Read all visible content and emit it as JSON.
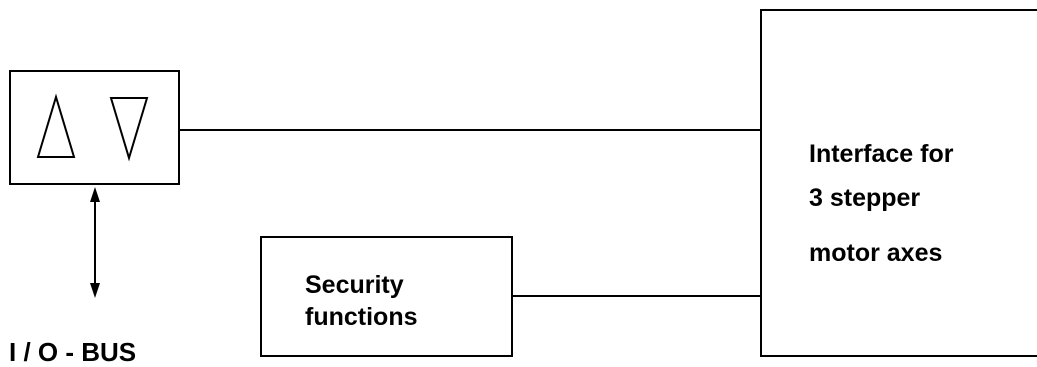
{
  "diagram": {
    "interface_block": {
      "lines": [
        "Interface for",
        "3 stepper",
        "motor axes"
      ]
    },
    "security_block": {
      "lines": [
        "Security",
        "functions"
      ]
    },
    "bus_label": "I / O - BUS",
    "converter_block": {
      "icons": [
        "triangle-up-icon",
        "triangle-down-icon"
      ]
    }
  }
}
